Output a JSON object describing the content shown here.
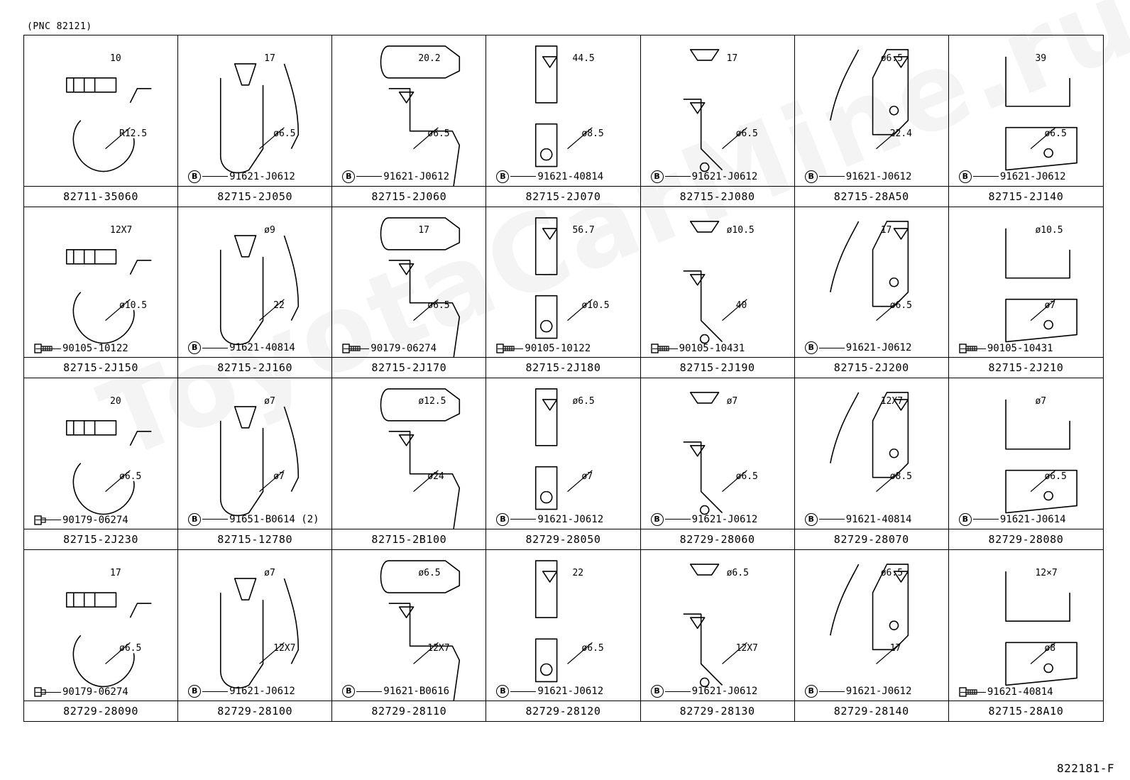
{
  "header_note": "(PNC 82121)",
  "footer_code": "822181-F",
  "watermark": "ToyotaCarMine.ru",
  "parts": [
    {
      "part_number": "82711-35060",
      "dims": [
        "10",
        "R12.5"
      ],
      "fastener": null
    },
    {
      "part_number": "82715-2J050",
      "dims": [
        "17",
        "ø6.5"
      ],
      "fastener": {
        "type": "B",
        "number": "91621-J0612"
      }
    },
    {
      "part_number": "82715-2J060",
      "dims": [
        "20.2",
        "ø6.5"
      ],
      "fastener": {
        "type": "B",
        "number": "91621-J0612"
      }
    },
    {
      "part_number": "82715-2J070",
      "dims": [
        "44.5",
        "ø8.5"
      ],
      "fastener": {
        "type": "B",
        "number": "91621-40814"
      }
    },
    {
      "part_number": "82715-2J080",
      "dims": [
        "17",
        "ø6.5"
      ],
      "fastener": {
        "type": "B",
        "number": "91621-J0612"
      }
    },
    {
      "part_number": "82715-28A50",
      "dims": [
        "ø6.5",
        "22.4"
      ],
      "fastener": {
        "type": "B",
        "number": "91621-J0612"
      }
    },
    {
      "part_number": "82715-2J140",
      "dims": [
        "39",
        "ø6.5"
      ],
      "fastener": {
        "type": "B",
        "number": "91621-J0612"
      }
    },
    {
      "part_number": "82715-2J150",
      "dims": [
        "12X7",
        "ø10.5"
      ],
      "fastener": {
        "type": "bolt",
        "number": "90105-10122"
      }
    },
    {
      "part_number": "82715-2J160",
      "dims": [
        "ø9",
        "22"
      ],
      "fastener": {
        "type": "B",
        "number": "91621-40814"
      }
    },
    {
      "part_number": "82715-2J170",
      "dims": [
        "17",
        "ø6.5"
      ],
      "fastener": {
        "type": "bolt",
        "number": "90179-06274"
      }
    },
    {
      "part_number": "82715-2J180",
      "dims": [
        "56.7",
        "ø10.5"
      ],
      "fastener": {
        "type": "bolt",
        "number": "90105-10122"
      }
    },
    {
      "part_number": "82715-2J190",
      "dims": [
        "ø10.5",
        "40"
      ],
      "fastener": {
        "type": "bolt",
        "number": "90105-10431"
      }
    },
    {
      "part_number": "82715-2J200",
      "dims": [
        "17",
        "ø6.5"
      ],
      "fastener": {
        "type": "B",
        "number": "91621-J0612"
      }
    },
    {
      "part_number": "82715-2J210",
      "dims": [
        "ø10.5",
        "ø7"
      ],
      "fastener": {
        "type": "bolt",
        "number": "90105-10431"
      }
    },
    {
      "part_number": "82715-2J230",
      "dims": [
        "20",
        "ø6.5"
      ],
      "fastener": {
        "type": "nut",
        "number": "90179-06274"
      }
    },
    {
      "part_number": "82715-12780",
      "dims": [
        "ø7",
        "ø7"
      ],
      "fastener": {
        "type": "B",
        "number": "91651-B0614 (2)"
      }
    },
    {
      "part_number": "82715-2B100",
      "dims": [
        "ø12.5",
        "ø24"
      ],
      "fastener": null
    },
    {
      "part_number": "82729-28050",
      "dims": [
        "ø6.5",
        "ø7"
      ],
      "fastener": {
        "type": "B",
        "number": "91621-J0612"
      }
    },
    {
      "part_number": "82729-28060",
      "dims": [
        "ø7",
        "ø6.5"
      ],
      "fastener": {
        "type": "B",
        "number": "91621-J0612"
      }
    },
    {
      "part_number": "82729-28070",
      "dims": [
        "12X7",
        "ø8.5"
      ],
      "fastener": {
        "type": "B",
        "number": "91621-40814"
      }
    },
    {
      "part_number": "82729-28080",
      "dims": [
        "ø7",
        "ø6.5"
      ],
      "fastener": {
        "type": "B",
        "number": "91621-J0614"
      }
    },
    {
      "part_number": "82729-28090",
      "dims": [
        "17",
        "ø6.5"
      ],
      "fastener": {
        "type": "nut",
        "number": "90179-06274"
      }
    },
    {
      "part_number": "82729-28100",
      "dims": [
        "ø7",
        "12X7"
      ],
      "fastener": {
        "type": "B",
        "number": "91621-J0612"
      }
    },
    {
      "part_number": "82729-28110",
      "dims": [
        "ø6.5",
        "12X7"
      ],
      "fastener": {
        "type": "B",
        "number": "91621-B0616"
      }
    },
    {
      "part_number": "82729-28120",
      "dims": [
        "22",
        "ø6.5"
      ],
      "fastener": {
        "type": "B",
        "number": "91621-J0612"
      }
    },
    {
      "part_number": "82729-28130",
      "dims": [
        "ø6.5",
        "12X7"
      ],
      "fastener": {
        "type": "B",
        "number": "91621-J0612"
      }
    },
    {
      "part_number": "82729-28140",
      "dims": [
        "ø6.5",
        "17"
      ],
      "fastener": {
        "type": "B",
        "number": "91621-J0612"
      }
    },
    {
      "part_number": "82715-28A10",
      "dims": [
        "12×7",
        "ø8"
      ],
      "fastener": {
        "type": "bolt",
        "number": "91621-40814"
      }
    }
  ]
}
